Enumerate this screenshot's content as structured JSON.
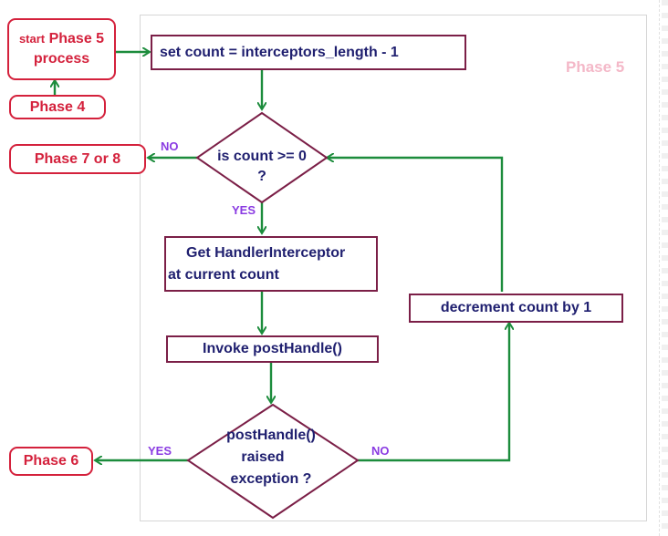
{
  "boxes": {
    "start": {
      "line1_small": "start",
      "line1_big": "Phase 5",
      "line2": "process"
    },
    "phase4": "Phase 4",
    "phase78": "Phase 7 or  8",
    "phase6": "Phase 6",
    "set_count": "set count =  interceptors_length - 1",
    "get_handler": {
      "line1": "Get HandlerInterceptor",
      "line2": "at current count"
    },
    "invoke": "Invoke postHandle()",
    "decrement": "decrement count by 1"
  },
  "decisions": {
    "count_check": {
      "line1": "is count >= 0",
      "line2": "?"
    },
    "exception_check": {
      "line1": "postHandle()",
      "line2": "raised",
      "line3": "exception ?"
    }
  },
  "labels": {
    "no_top": "NO",
    "yes_top": "YES",
    "yes_bottom": "YES",
    "no_bottom": "NO",
    "phase5": "Phase 5"
  },
  "colors": {
    "arrow": "#1c8c3c",
    "box_border": "#7b1f47",
    "box_text": "#1f1f6f",
    "phase_box": "#d4213c",
    "label_purple": "#8a3be2",
    "phase5_label": "#f4b8c8"
  }
}
